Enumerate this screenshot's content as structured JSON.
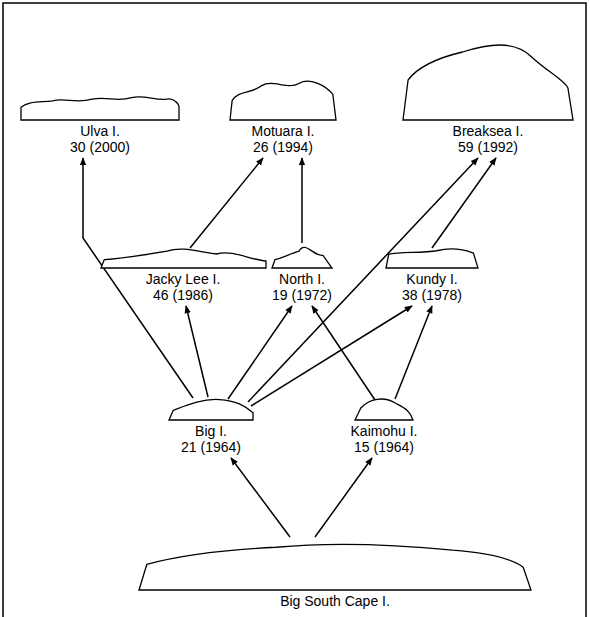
{
  "diagram": {
    "nodes": [
      {
        "text": [
          "Ulva I.",
          "30 (2000)"
        ]
      },
      {
        "text": [
          "Motuara I.",
          "26 (1994)"
        ]
      },
      {
        "text": [
          "Breaksea I.",
          "59 (1992)"
        ]
      },
      {
        "text": [
          "Jacky Lee I.",
          "46 (1986)"
        ]
      },
      {
        "text": [
          "North I.",
          "19 (1972)"
        ]
      },
      {
        "text": [
          "Kundy I.",
          "38 (1978)"
        ]
      },
      {
        "text": [
          "Big I.",
          "21 (1964)"
        ]
      },
      {
        "text": [
          "Kaimohu I.",
          "15 (1964)"
        ]
      },
      {
        "text": [
          "Big South Cape I."
        ]
      }
    ],
    "edges": [
      {
        "from": 6,
        "to": 0,
        "arrow": "to"
      },
      {
        "from": 6,
        "to": 3,
        "arrow": "to"
      },
      {
        "from": 6,
        "to": 4,
        "arrow": "to"
      },
      {
        "from": 6,
        "to": 2,
        "arrow": "to"
      },
      {
        "from": 6,
        "to": 5,
        "arrow": "to"
      },
      {
        "from": 7,
        "to": 4,
        "arrow": "to"
      },
      {
        "from": 7,
        "to": 5,
        "arrow": "to"
      },
      {
        "from": 3,
        "to": 1,
        "arrow": "to"
      },
      {
        "from": 4,
        "to": 1,
        "arrow": "to"
      },
      {
        "from": 5,
        "to": 2,
        "arrow": "to"
      },
      {
        "from": 8,
        "to": 6,
        "arrow": "to"
      },
      {
        "from": 8,
        "to": 7,
        "arrow": "to"
      }
    ]
  }
}
